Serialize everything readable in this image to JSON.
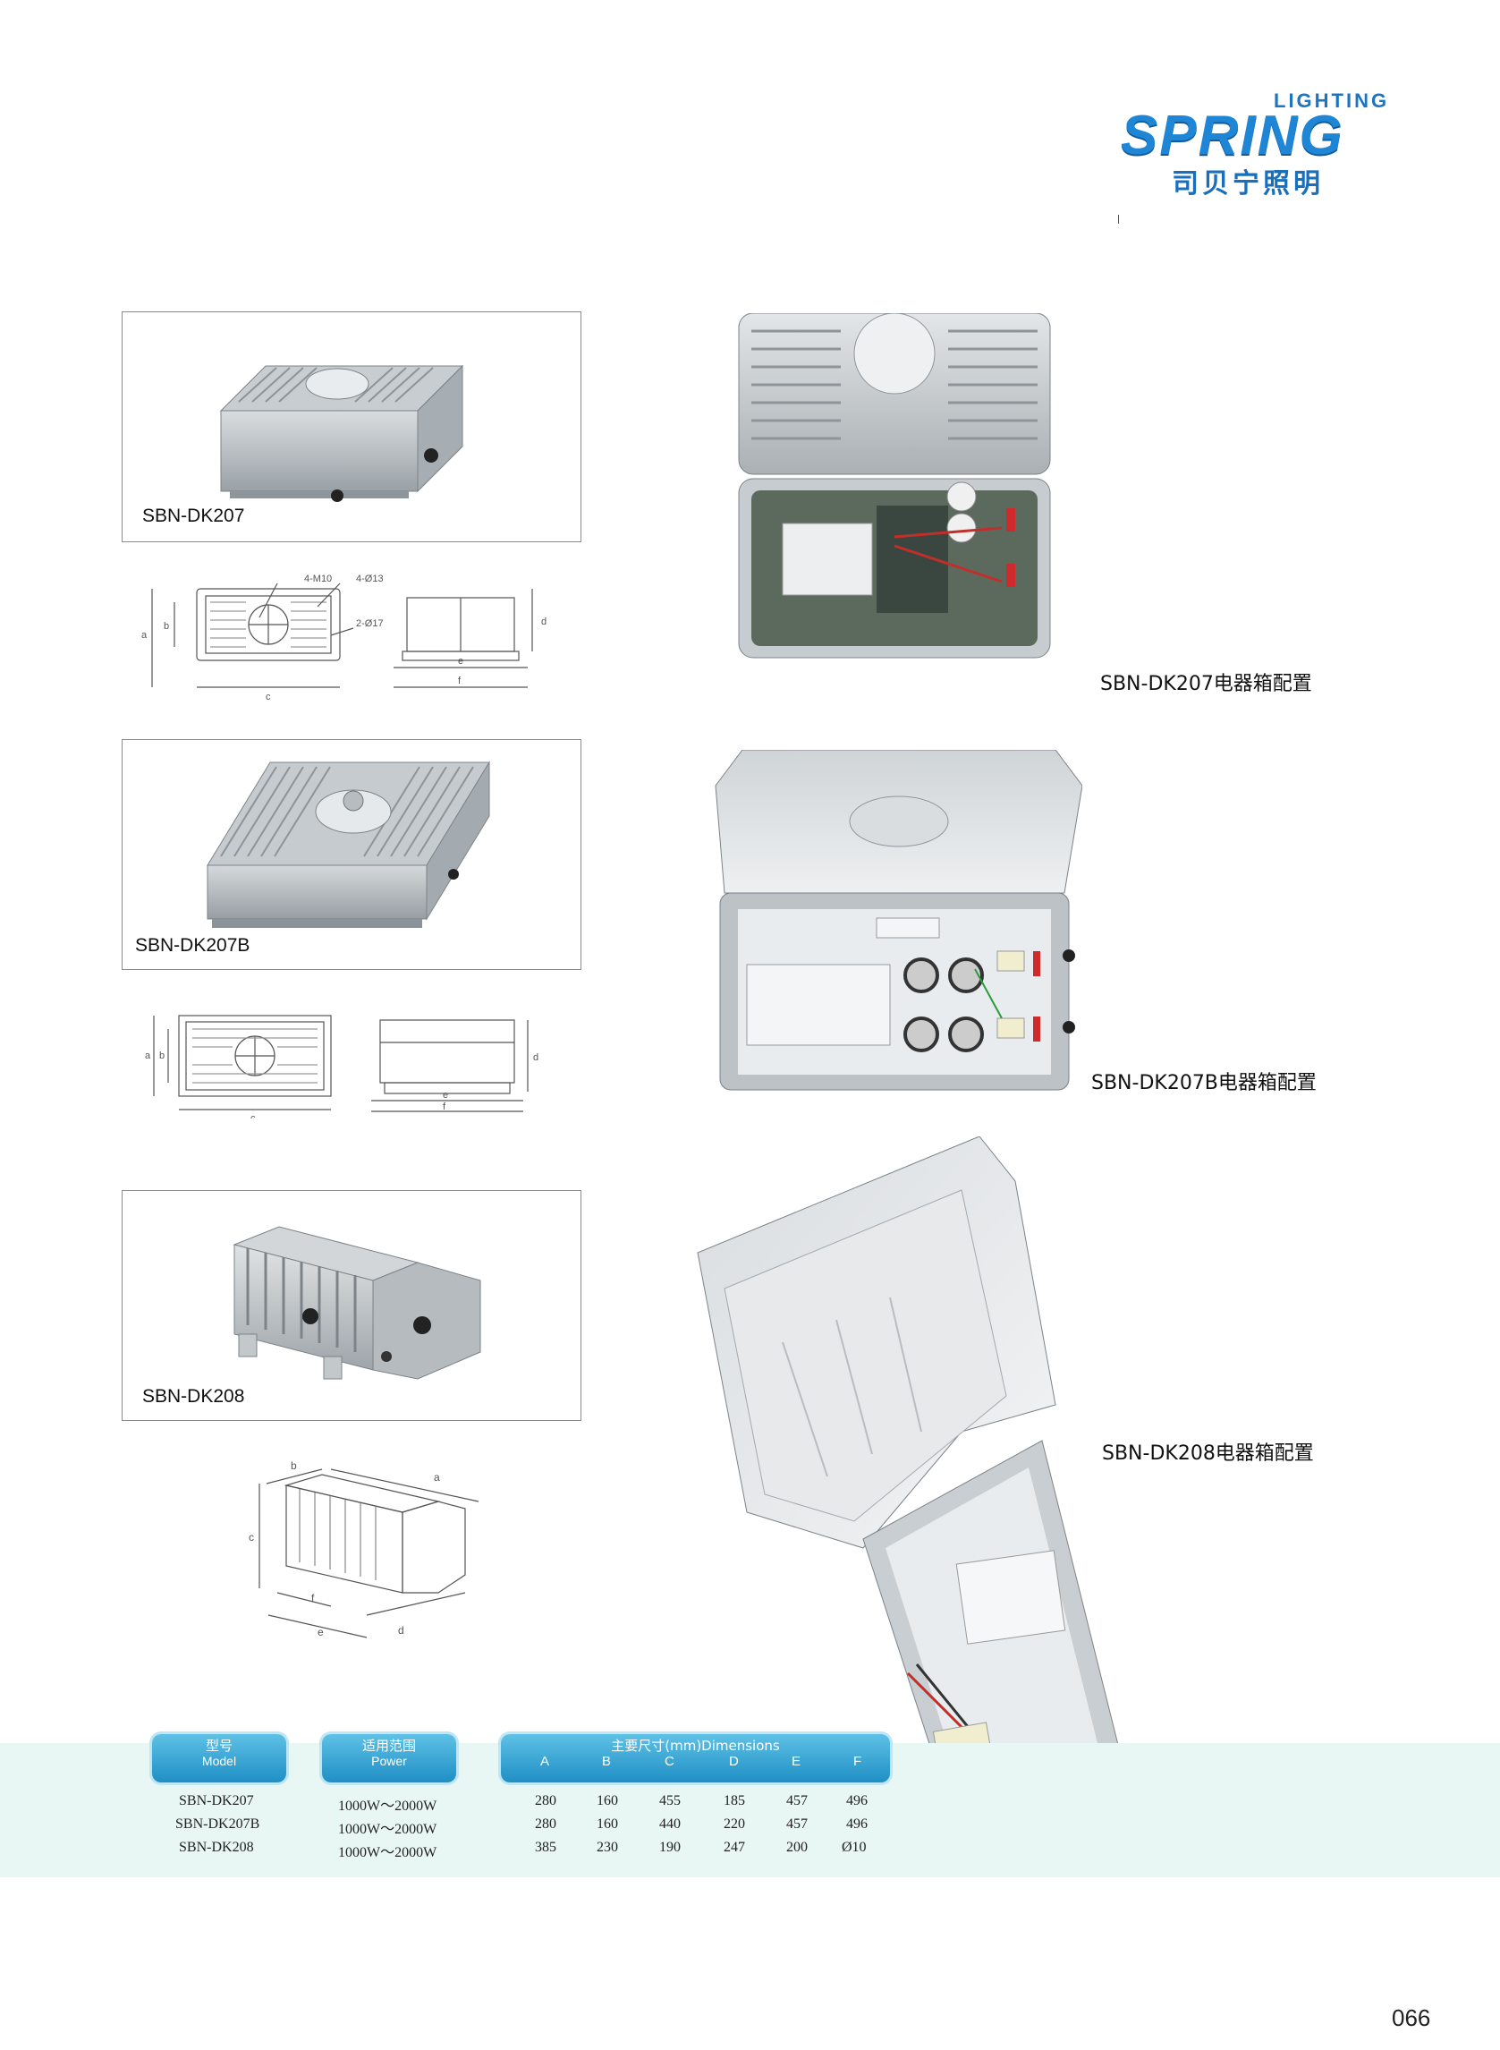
{
  "logo": {
    "lighting": "LIGHTING",
    "brand": "SPRING",
    "chinese": "司贝宁照明"
  },
  "products": [
    {
      "model": "SBN-DK207"
    },
    {
      "model": "SBN-DK207B"
    },
    {
      "model": "SBN-DK208"
    }
  ],
  "drawings": {
    "dk207": {
      "m10": "4-M10",
      "d13": "4-Ø13",
      "d17": "2-Ø17",
      "a": "a",
      "b": "b",
      "c": "c",
      "d": "d",
      "e": "e",
      "f": "f"
    },
    "dk207b": {
      "a": "a",
      "b": "b",
      "c": "c",
      "d": "d",
      "e": "e",
      "f": "f"
    },
    "dk208": {
      "a": "a",
      "b": "b",
      "c": "c",
      "d": "d",
      "e": "e",
      "f": "f"
    }
  },
  "configs": [
    {
      "caption": "SBN-DK207电器箱配置"
    },
    {
      "caption": "SBN-DK207B电器箱配置"
    },
    {
      "caption": "SBN-DK208电器箱配置"
    }
  ],
  "table": {
    "model_header_cn": "型号",
    "model_header_en": "Model",
    "power_header_cn": "适用范围",
    "power_header_en": "Power",
    "dims_header": "主要尺寸(mm)Dimensions",
    "dim_columns": [
      "A",
      "B",
      "C",
      "D",
      "E",
      "F"
    ],
    "rows": [
      {
        "model": "SBN-DK207",
        "power": "1000W～2000W",
        "dims": [
          "280",
          "160",
          "455",
          "185",
          "457",
          "496"
        ]
      },
      {
        "model": "SBN-DK207B",
        "power": "1000W～2000W",
        "dims": [
          "280",
          "160",
          "440",
          "220",
          "457",
          "496"
        ]
      },
      {
        "model": "SBN-DK208",
        "power": "1000W～2000W",
        "dims": [
          "385",
          "230",
          "190",
          "247",
          "200",
          "Ø10"
        ]
      }
    ]
  },
  "page_number": "066"
}
